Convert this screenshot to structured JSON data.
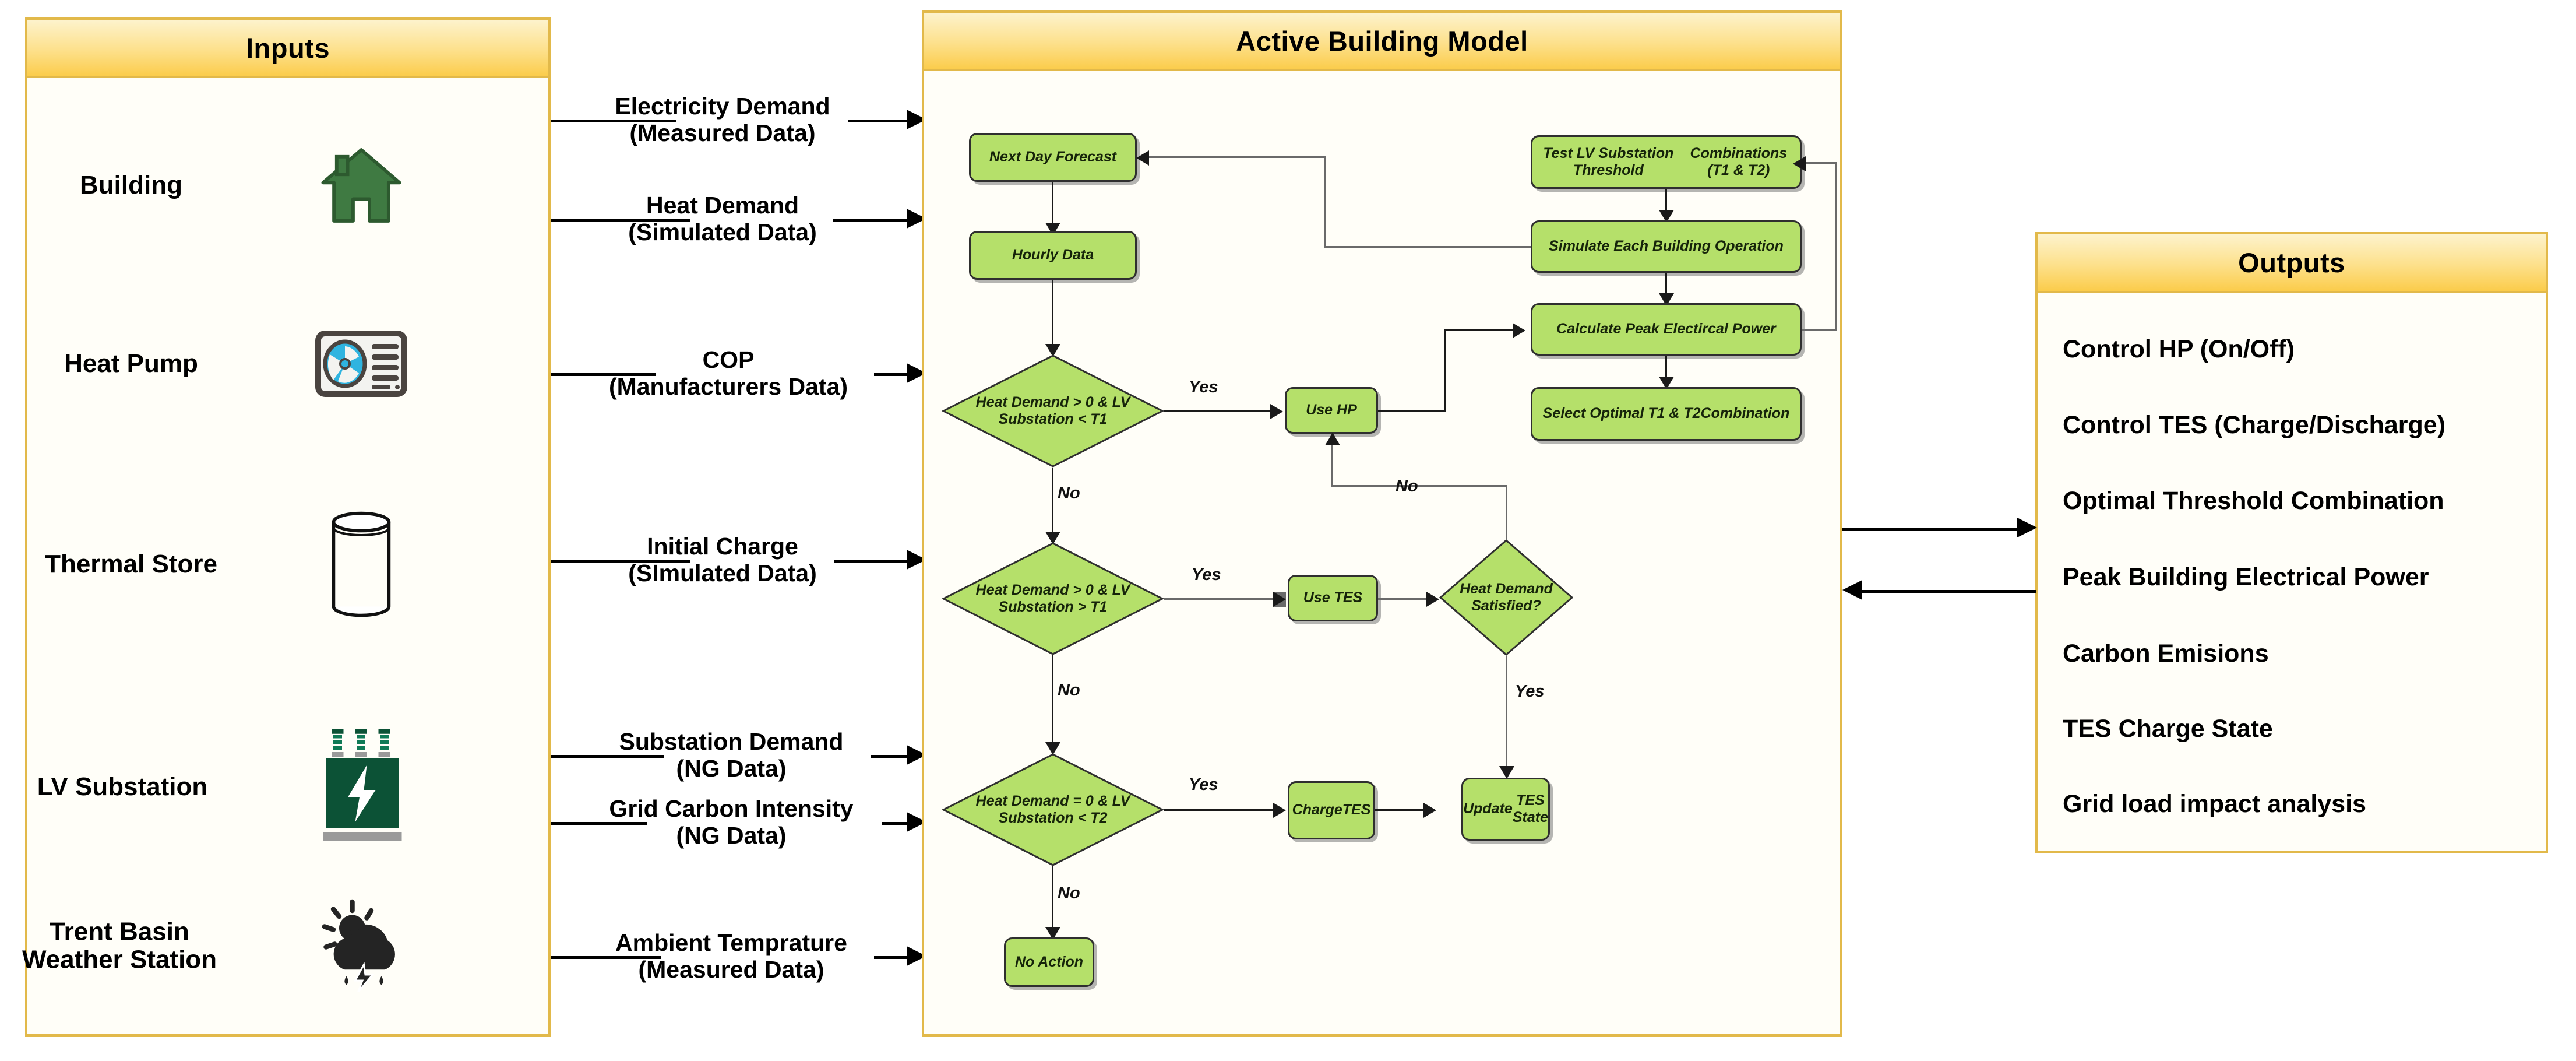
{
  "inputs_panel": {
    "title": "Inputs",
    "items": [
      {
        "label": "Building",
        "icon": "house-icon"
      },
      {
        "label": "Heat Pump",
        "icon": "heat-pump-icon"
      },
      {
        "label": "Thermal Store",
        "icon": "cylinder-tank-icon"
      },
      {
        "label": "LV Substation",
        "icon": "substation-icon"
      },
      {
        "label": "Trent Basin\nWeather Station",
        "icon": "weather-station-icon"
      }
    ]
  },
  "input_flows": [
    {
      "line1": "Electricity Demand",
      "line2": "(Measured Data)"
    },
    {
      "line1": "Heat Demand",
      "line2": "(Simulated Data)"
    },
    {
      "line1": "COP",
      "line2": "(Manufacturers Data)"
    },
    {
      "line1": "Initial Charge",
      "line2": "(SImulated Data)"
    },
    {
      "line1": "Substation Demand",
      "line2": "(NG Data)"
    },
    {
      "line1": "Grid Carbon Intensity",
      "line2": "(NG Data)"
    },
    {
      "line1": "Ambient Temprature",
      "line2": "(Measured Data)"
    }
  ],
  "model_panel": {
    "title": "Active Building Model",
    "nodes": {
      "next_day_forecast": "Next Day Forecast",
      "hourly_data": "Hourly Data",
      "decision_1": "Heat Demand > 0 & LV\nSubstation < T1",
      "use_hp": "Use HP",
      "decision_2": "Heat Demand > 0 & LV\nSubstation > T1",
      "use_tes": "Use TES",
      "heat_demand_satisfied": "Heat Demand\nSatisfied?",
      "decision_3": "Heat Demand = 0 & LV\nSubstation < T2",
      "charge_tes": "Charge\nTES",
      "update_tes_state": "Update\nTES State",
      "no_action": "No Action",
      "test_thresholds": "Test LV Substation Threshold\nCombinations (T1 & T2)",
      "simulate_operation": "Simulate Each Building Operation",
      "calculate_peak": "Calculate Peak Electircal Power",
      "select_optimal": "Select Optimal T1 & T2\nCombination"
    },
    "edge_labels": {
      "yes": "Yes",
      "no": "No"
    }
  },
  "outputs_panel": {
    "title": "Outputs",
    "items": [
      "Control HP (On/Off)",
      "Control TES (Charge/Discharge)",
      "Optimal Threshold Combination",
      "Peak Building Electrical Power",
      "Carbon Emisions",
      "TES Charge State",
      "Grid load impact analysis"
    ]
  },
  "colors": {
    "panel_border": "#e2b94a",
    "panel_title_top": "#fdf3cd",
    "panel_title_bottom": "#fbcc4b",
    "node_fill": "#b5e06a",
    "node_stroke": "#2f2f2f",
    "icon_green": "#3f7a42",
    "icon_dark_green": "#0c5236",
    "icon_cyan": "#2fb4e0",
    "icon_dark": "#4a4440"
  }
}
